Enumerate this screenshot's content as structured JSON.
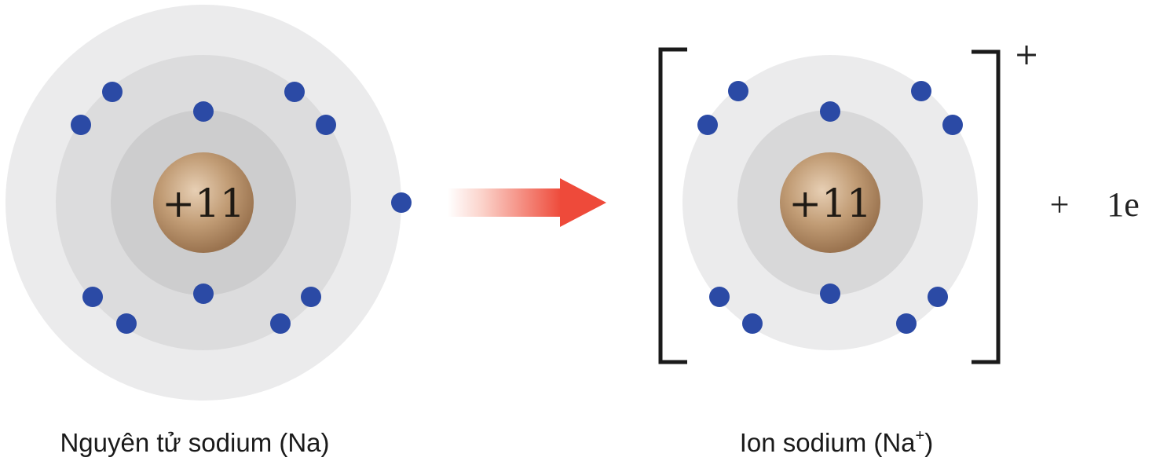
{
  "atom": {
    "nucleus_charge": "+11",
    "caption": "Nguyên tử sodium (Na)",
    "shell_electrons": [
      2,
      8,
      1
    ]
  },
  "ion": {
    "nucleus_charge": "+11",
    "caption_main": "Ion sodium (Na",
    "caption_sup": "+",
    "caption_end": ")",
    "bracket_charge": "+",
    "shell_electrons": [
      2,
      8
    ]
  },
  "reaction": {
    "plus": "+",
    "electron": "1e"
  },
  "colors": {
    "electron": "#2b4aa5",
    "outer_shell": "#ebebec",
    "middle_shell": "#dcdcdd",
    "inner_shell": "#cdcdce",
    "nucleus": "#b9936a",
    "arrow": "#ee4a3a"
  }
}
